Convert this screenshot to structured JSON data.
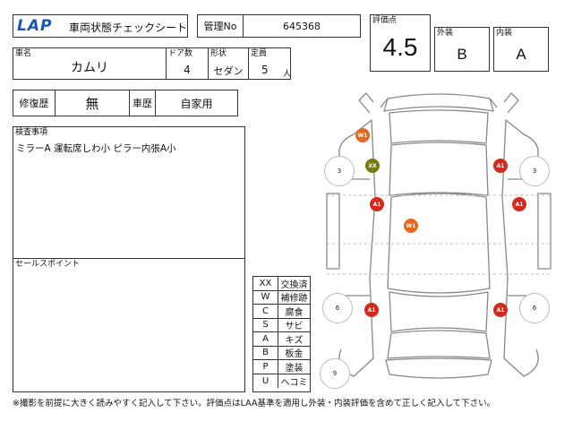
{
  "header": {
    "logo_text": "LAP",
    "sheet_title": "車両状態チェックシート",
    "mgmt_label": "管理No",
    "mgmt_value": "645368"
  },
  "score": {
    "label": "評価点",
    "value": "4.5"
  },
  "exterior": {
    "label": "外装",
    "value": "B"
  },
  "interior": {
    "label": "内装",
    "value": "A"
  },
  "vehicle": {
    "name_label": "車名",
    "name_value": "カムリ",
    "doors_label": "ドア数",
    "doors_value": "4",
    "shape_label": "形状",
    "shape_value": "セダン",
    "capacity_label": "定員",
    "capacity_value": "5",
    "capacity_unit": "人"
  },
  "history": {
    "repair_label": "修復歴",
    "repair_value": "無",
    "usage_label": "車歴",
    "usage_value": "自家用"
  },
  "inspection": {
    "label": "検査事項",
    "text": "ミラーA 運転席しわ小 ピラー内張A小"
  },
  "sales": {
    "label": "セールスポイント",
    "text": ""
  },
  "legend": [
    {
      "code": "XX",
      "name": "交換済"
    },
    {
      "code": "W",
      "name": "補修跡"
    },
    {
      "code": "C",
      "name": "腐食"
    },
    {
      "code": "S",
      "name": "サビ"
    },
    {
      "code": "A",
      "name": "キズ"
    },
    {
      "code": "B",
      "name": "板金"
    },
    {
      "code": "P",
      "name": "塗装"
    },
    {
      "code": "U",
      "name": "ヘコミ"
    }
  ],
  "markers": [
    {
      "label": "W1",
      "color": "#e8661e"
    },
    {
      "label": "XX",
      "color": "#7a7a12"
    },
    {
      "label": "A1",
      "color": "#d42a1c"
    },
    {
      "label": "A1",
      "color": "#d42a1c"
    },
    {
      "label": "A1",
      "color": "#d42a1c"
    },
    {
      "label": "W1",
      "color": "#e8661e"
    },
    {
      "label": "A1",
      "color": "#d42a1c"
    },
    {
      "label": "A1",
      "color": "#d42a1c"
    }
  ],
  "wheel_numbers": [
    "3",
    "3",
    "6",
    "6",
    "9"
  ],
  "footer": "※撮影を前提に大きく読みやすく記入して下さい。評価点はLAA基準を適用し外装・内装評価を含めて正しく記入して下さい。"
}
